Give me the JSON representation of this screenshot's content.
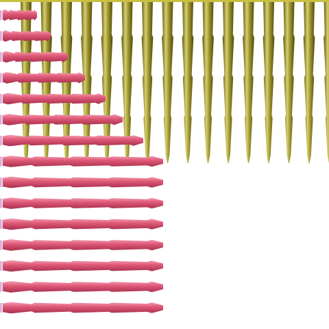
{
  "scene": {
    "background": "#ffffff",
    "vertical_group": {
      "name": "olive-vertical-spindles",
      "color_dark": "#5f5a10",
      "color_mid": "#9c9430",
      "color_light": "#d8d070",
      "count": 16
    },
    "horizontal_group": {
      "name": "pink-horizontal-spindles",
      "color_dark": "#b83a5a",
      "color_mid": "#e05a78",
      "color_light": "#f4a0b4",
      "edge_tint": "#b8a0e8",
      "count": 15
    },
    "top_edge_color": "#c8c040"
  }
}
